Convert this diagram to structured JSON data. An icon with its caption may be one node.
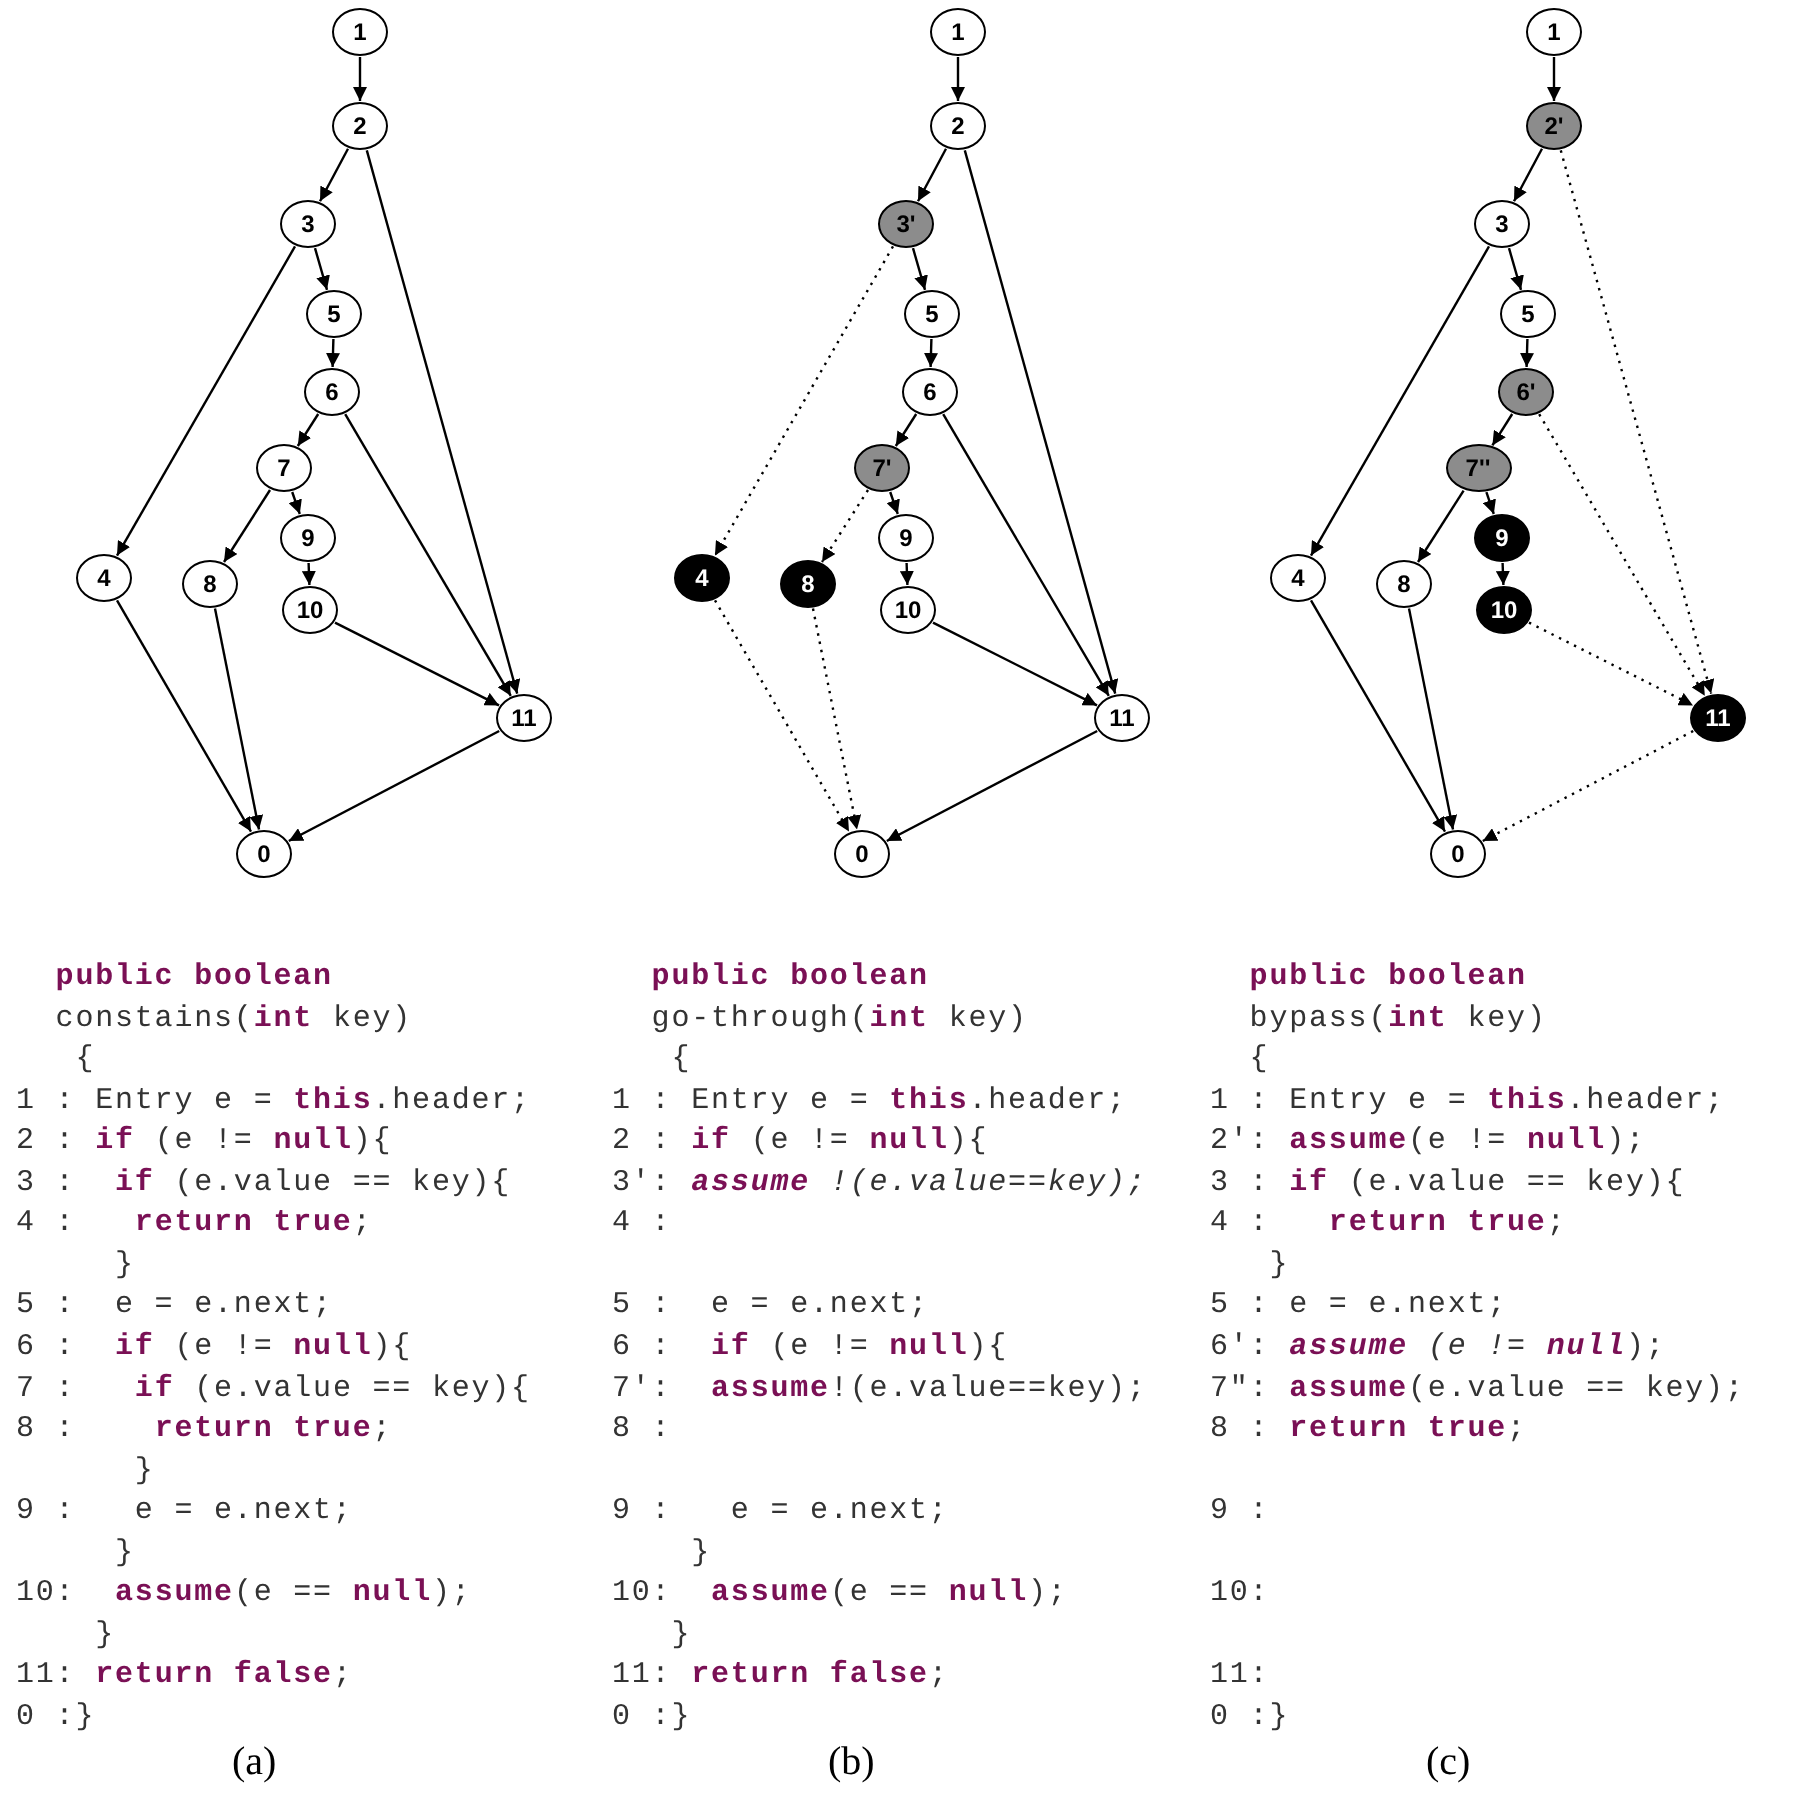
{
  "diagram": {
    "nodes": [
      {
        "text": [
          "1"
        ]
      },
      {
        "text": [
          "2"
        ]
      },
      {
        "text": [
          "3"
        ]
      },
      {
        "text": [
          "5"
        ]
      },
      {
        "text": [
          "6"
        ]
      },
      {
        "text": [
          "7"
        ]
      },
      {
        "text": [
          "9"
        ]
      },
      {
        "text": [
          "4"
        ]
      },
      {
        "text": [
          "8"
        ]
      },
      {
        "text": [
          "10"
        ]
      },
      {
        "text": [
          "11"
        ]
      },
      {
        "text": [
          "0"
        ]
      },
      {
        "text": [
          "1"
        ]
      },
      {
        "text": [
          "2"
        ]
      },
      {
        "text": [
          "3'"
        ]
      },
      {
        "text": [
          "5"
        ]
      },
      {
        "text": [
          "6"
        ]
      },
      {
        "text": [
          "7'"
        ]
      },
      {
        "text": [
          "9"
        ]
      },
      {
        "text": [
          "4"
        ]
      },
      {
        "text": [
          "8"
        ]
      },
      {
        "text": [
          "10"
        ]
      },
      {
        "text": [
          "11"
        ]
      },
      {
        "text": [
          "0"
        ]
      },
      {
        "text": [
          "1"
        ]
      },
      {
        "text": [
          "2'"
        ]
      },
      {
        "text": [
          "3"
        ]
      },
      {
        "text": [
          "5"
        ]
      },
      {
        "text": [
          "6'"
        ]
      },
      {
        "text": [
          "7''"
        ]
      },
      {
        "text": [
          "9"
        ]
      },
      {
        "text": [
          "4"
        ]
      },
      {
        "text": [
          "8"
        ]
      },
      {
        "text": [
          "10"
        ]
      },
      {
        "text": [
          "11"
        ]
      },
      {
        "text": [
          "0"
        ]
      }
    ],
    "edges": [
      {
        "from": 0,
        "to": 1,
        "arrow": "to"
      },
      {
        "from": 1,
        "to": 2,
        "arrow": "to"
      },
      {
        "from": 1,
        "to": 10,
        "arrow": "to"
      },
      {
        "from": 2,
        "to": 3,
        "arrow": "to"
      },
      {
        "from": 2,
        "to": 7,
        "arrow": "to"
      },
      {
        "from": 3,
        "to": 4,
        "arrow": "to"
      },
      {
        "from": 4,
        "to": 5,
        "arrow": "to"
      },
      {
        "from": 4,
        "to": 10,
        "arrow": "to"
      },
      {
        "from": 5,
        "to": 8,
        "arrow": "to"
      },
      {
        "from": 5,
        "to": 6,
        "arrow": "to"
      },
      {
        "from": 6,
        "to": 9,
        "arrow": "to"
      },
      {
        "from": 9,
        "to": 10,
        "arrow": "to"
      },
      {
        "from": 7,
        "to": 11,
        "arrow": "to"
      },
      {
        "from": 8,
        "to": 11,
        "arrow": "to"
      },
      {
        "from": 10,
        "to": 11,
        "arrow": "to"
      },
      {
        "from": 12,
        "to": 13,
        "arrow": "to"
      },
      {
        "from": 13,
        "to": 14,
        "arrow": "to"
      },
      {
        "from": 13,
        "to": 22,
        "arrow": "to"
      },
      {
        "from": 14,
        "to": 15,
        "arrow": "to"
      },
      {
        "from": 14,
        "to": 19,
        "arrow": "to",
        "style": "dashed"
      },
      {
        "from": 15,
        "to": 16,
        "arrow": "to"
      },
      {
        "from": 16,
        "to": 17,
        "arrow": "to"
      },
      {
        "from": 16,
        "to": 22,
        "arrow": "to"
      },
      {
        "from": 17,
        "to": 20,
        "arrow": "to",
        "style": "dashed"
      },
      {
        "from": 17,
        "to": 18,
        "arrow": "to"
      },
      {
        "from": 18,
        "to": 21,
        "arrow": "to"
      },
      {
        "from": 21,
        "to": 22,
        "arrow": "to"
      },
      {
        "from": 19,
        "to": 23,
        "arrow": "to",
        "style": "dashed"
      },
      {
        "from": 20,
        "to": 23,
        "arrow": "to",
        "style": "dashed"
      },
      {
        "from": 22,
        "to": 23,
        "arrow": "to"
      },
      {
        "from": 24,
        "to": 25,
        "arrow": "to"
      },
      {
        "from": 25,
        "to": 26,
        "arrow": "to"
      },
      {
        "from": 25,
        "to": 34,
        "arrow": "to",
        "style": "dashed"
      },
      {
        "from": 26,
        "to": 27,
        "arrow": "to"
      },
      {
        "from": 26,
        "to": 31,
        "arrow": "to"
      },
      {
        "from": 27,
        "to": 28,
        "arrow": "to"
      },
      {
        "from": 28,
        "to": 29,
        "arrow": "to"
      },
      {
        "from": 28,
        "to": 34,
        "arrow": "to",
        "style": "dashed"
      },
      {
        "from": 29,
        "to": 32,
        "arrow": "to"
      },
      {
        "from": 29,
        "to": 30,
        "arrow": "to"
      },
      {
        "from": 30,
        "to": 33,
        "arrow": "to"
      },
      {
        "from": 33,
        "to": 34,
        "arrow": "to",
        "style": "dashed"
      },
      {
        "from": 31,
        "to": 35,
        "arrow": "to"
      },
      {
        "from": 32,
        "to": 35,
        "arrow": "to"
      },
      {
        "from": 34,
        "to": 35,
        "arrow": "to",
        "style": "dashed"
      }
    ],
    "labels": [
      "  public boolean",
      "  constains(**int** key)",
      "   {",
      "1 : Entry e = **this**.header;",
      "2 : **if** (e != **null**){",
      "3 :  **if** (e.value == key){",
      "4 :   **return true**;",
      "     }",
      "5 :  e = e.next;",
      "6 :  **if** (e != **null**){",
      "7 :   **if** (e.value == key){",
      "8 :    **return true**;",
      "      }",
      "9 :   e = e.next;",
      "     }",
      "10:  **assume**(e == **null**);",
      "    }",
      "11: **return false**;",
      "0 :}",
      "(a)",
      "  public boolean",
      "  go-through(**int** key)",
      "   {",
      "1 : Entry e = **this**.header;",
      "2 : **if** (e != **null**){",
      "3′: **assume** *!(e.value==key);*",
      "4 :",
      "5 :  e = e.next;",
      "6 :  **if** (e != **null**){",
      "7′:  **assume**!(e.value==key);",
      "8 :",
      "9 :   e = e.next;",
      "    }",
      "10:  **assume**(e == **null**);",
      "   }",
      "11: **return false**;",
      "0 :}",
      "(b)",
      "  public boolean",
      "  bypass(**int** key)",
      "  {",
      "1 : Entry e = **this**.header;",
      "2′: **assume**(e != **null**);",
      "3 : **if** (e.value == key){",
      "4 :   **return true**;",
      "   }",
      "5 : e = e.next;",
      "6′: **assume** *(e !=* **null**);",
      "7″: **assume**(e.value == key);",
      "8 : **return true**;",
      "9 :",
      "10:",
      "11:",
      "0 :}",
      "(c)"
    ]
  }
}
